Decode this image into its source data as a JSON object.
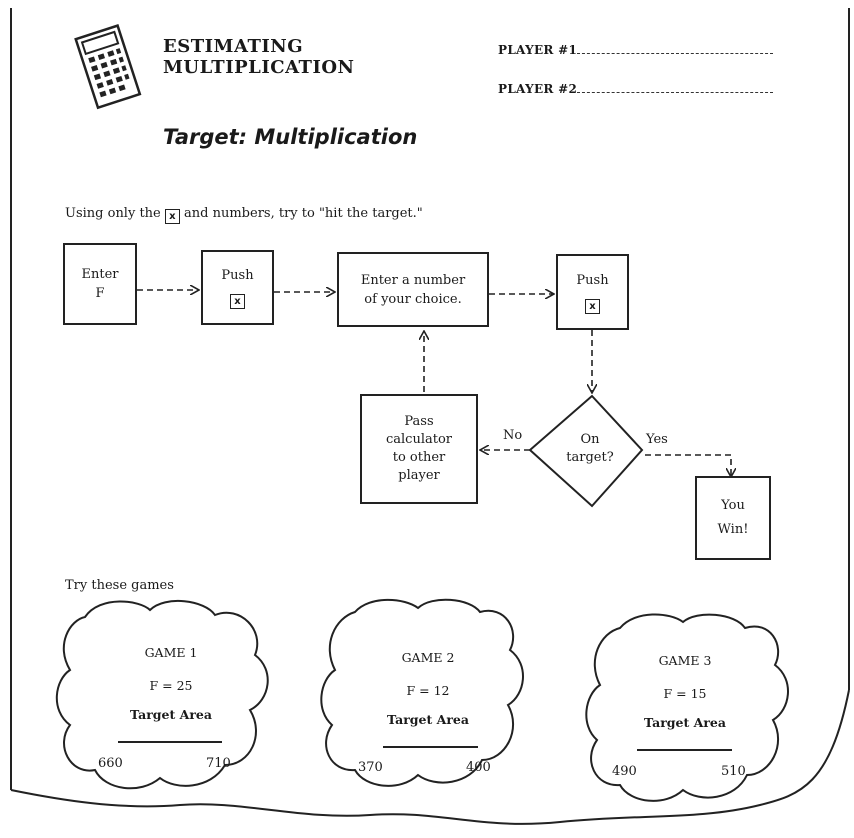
{
  "header": {
    "title_line1": "ESTIMATING",
    "title_line2": "MULTIPLICATION",
    "player1_label": "PLAYER #1",
    "player2_label": "PLAYER #2",
    "subtitle": "Target: Multiplication"
  },
  "instructions": {
    "prefix": "Using only the",
    "key_symbol": "x",
    "suffix": "and numbers, try to \"hit the target.\""
  },
  "flowchart": {
    "enter_f": [
      "Enter",
      "F"
    ],
    "push1": "Push",
    "push_key": "x",
    "enter_number": [
      "Enter a number",
      "of your choice."
    ],
    "push2": "Push",
    "decision": [
      "On",
      "target?"
    ],
    "no_label": "No",
    "yes_label": "Yes",
    "pass_calculator": [
      "Pass",
      "calculator",
      "to other",
      "player"
    ],
    "you_win": [
      "You",
      "Win!"
    ]
  },
  "games_intro": "Try these games",
  "games": [
    {
      "title": "GAME 1",
      "factor": "F = 25",
      "target_label": "Target Area",
      "low": "660",
      "high": "710"
    },
    {
      "title": "GAME 2",
      "factor": "F = 12",
      "target_label": "Target Area",
      "low": "370",
      "high": "400"
    },
    {
      "title": "GAME 3",
      "factor": "F = 15",
      "target_label": "Target Area",
      "low": "490",
      "high": "510"
    }
  ]
}
